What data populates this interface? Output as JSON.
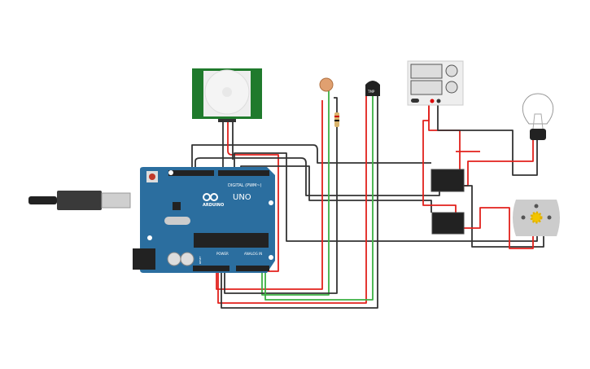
{
  "arduino": {
    "brand": "ARDUINO",
    "model": "UNO",
    "digital_label": "DIGITAL (PWM~)",
    "power_label": "POWER",
    "analog_label": "ANALOG IN",
    "reset_label": "RESET"
  },
  "sensors": {
    "temperature_label": "TMP"
  },
  "colors": {
    "board": "#2b6e9f",
    "pir": "#1f7a2c",
    "wire_black": "#333333",
    "wire_red": "#e2211c",
    "wire_green": "#3cb043"
  },
  "components": [
    "arduino-uno",
    "usb-cable",
    "pir-sensor",
    "photoresistor",
    "resistor",
    "temperature-sensor",
    "power-supply",
    "relay",
    "relay",
    "light-bulb",
    "dc-motor"
  ]
}
